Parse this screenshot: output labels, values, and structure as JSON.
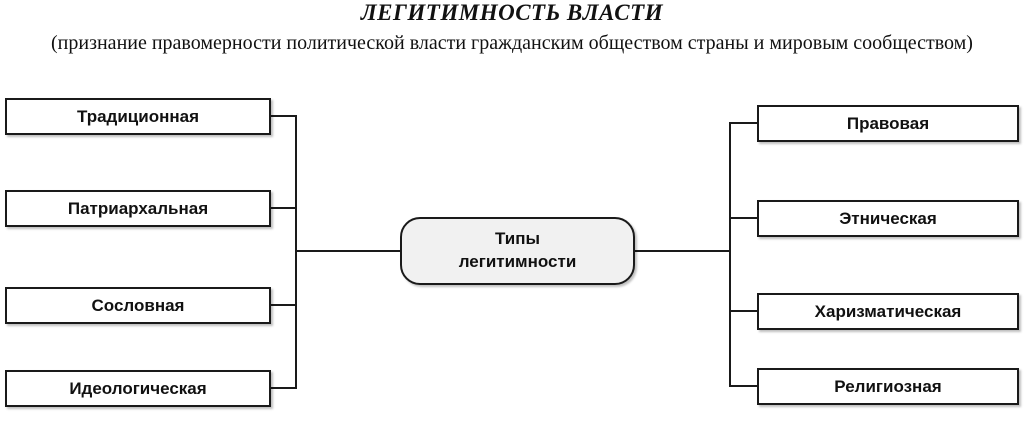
{
  "title": "ЛЕГИТИМНОСТЬ ВЛАСТИ",
  "subtitle": "(признание правомерности политической власти гражданским обществом страны и мировым сообществом)",
  "center": {
    "line1": "Типы",
    "line2": "легитимности"
  },
  "left_items": [
    "Традиционная",
    "Патриархальная",
    "Сословная",
    "Идеологическая"
  ],
  "right_items": [
    "Правовая",
    "Этническая",
    "Харизматическая",
    "Религиозная"
  ],
  "colors": {
    "line": "#1a1a1a",
    "box_border": "#1a1a1a",
    "center_fill": "#f1f1f1"
  }
}
